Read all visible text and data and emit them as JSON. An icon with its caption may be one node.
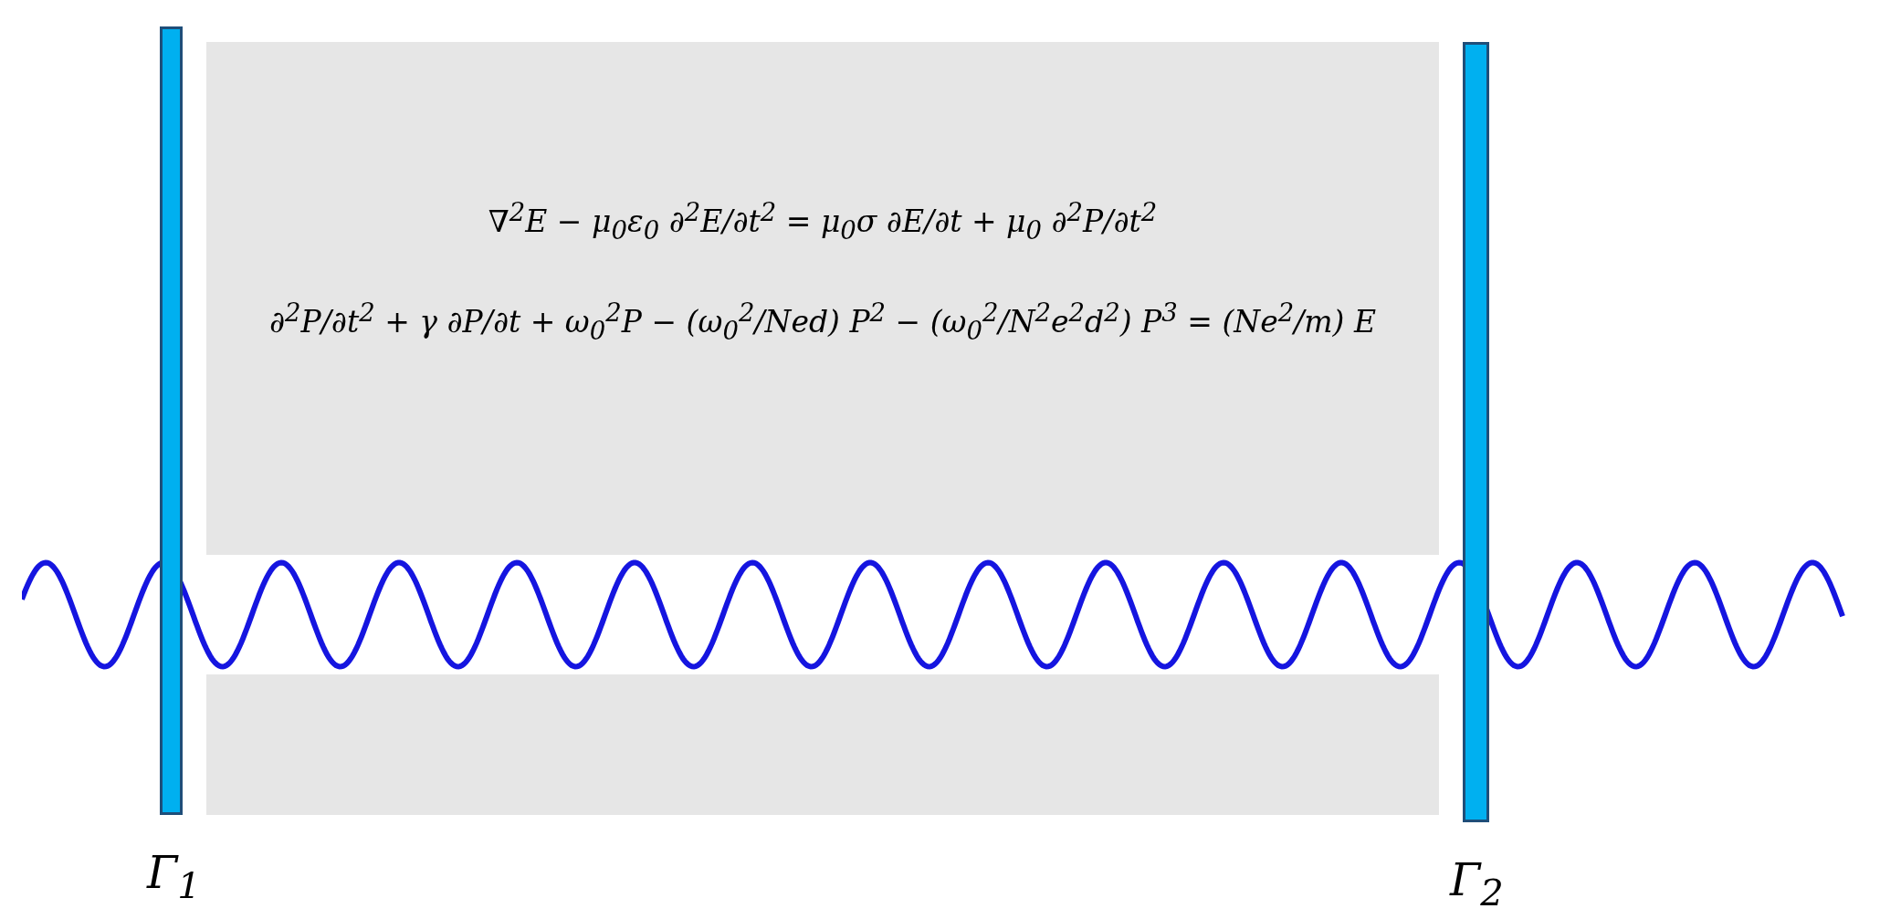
{
  "diagram": {
    "nodes": [
      {
        "text": [
          "∇$^{2}$E − μ$_{0}$ε$_{0}$ ∂$^{2}$E/∂t$^{2}$ = μ$_{0}$σ ∂E/∂t + μ$_{0}$ ∂$^{2}$P/∂t$^{2}$",
          "∂$^{2}$P/∂t$^{2}$ + γ ∂P/∂t + ω$_{0}$$^{2}$P − (ω$_{0}$$^{2}$/Ned) P$^{2}$ − (ω$_{0}$$^{2}$/N$^{2}$e$^{2}$d$^{2}$) P$^{3}$ = (Ne$^{2}$/m) E"
        ]
      },
      {
        "text": [],
        "shape": "bar",
        "beside": [
          "Γ$_{1}$"
        ]
      },
      {
        "text": [],
        "shape": "bar",
        "beside": [
          "Γ$_{2}$"
        ]
      }
    ],
    "edges": []
  }
}
